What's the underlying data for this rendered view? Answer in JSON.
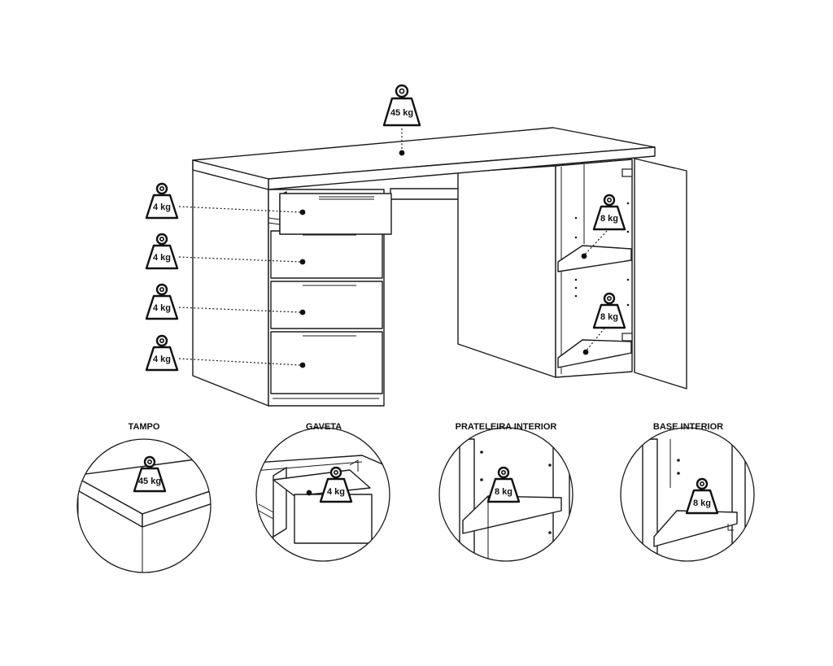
{
  "weights": {
    "tabletop": "45 kg",
    "drawer_1": "4 kg",
    "drawer_2": "4 kg",
    "drawer_3": "4 kg",
    "drawer_4": "4 kg",
    "shelf": "8 kg",
    "base": "8 kg"
  },
  "details": [
    {
      "caption": "TAMPO",
      "weight": "45 kg"
    },
    {
      "caption": "GAVETA",
      "weight": "4 kg"
    },
    {
      "caption": "PRATELEIRA INTERIOR",
      "weight": "8 kg"
    },
    {
      "caption": "BASE INTERIOR",
      "weight": "8 kg"
    }
  ],
  "icons": {
    "weight": "weight-icon",
    "load_point": "load-point-icon",
    "hinge": "hinge-icon"
  },
  "colors": {
    "line": "#1a1a1a",
    "background": "#ffffff"
  }
}
